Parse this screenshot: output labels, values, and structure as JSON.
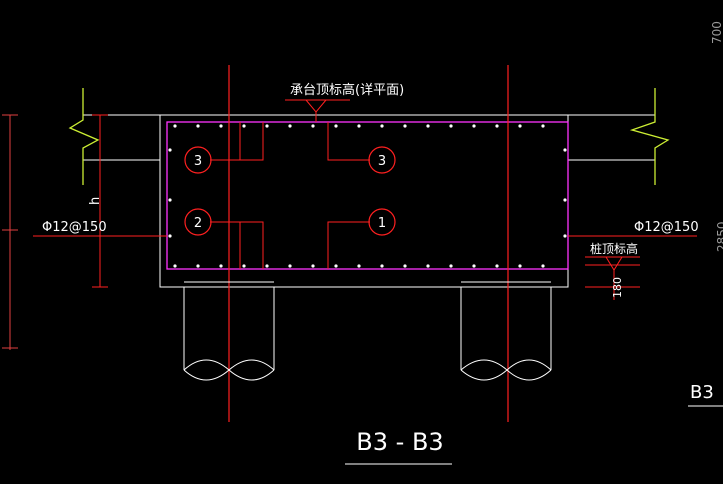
{
  "labels": {
    "cap_top_elevation": "承台顶标高(详平面)",
    "pile_top_elevation": "桩顶标高",
    "rebar_left": "Φ12@150",
    "rebar_right": "Φ12@150",
    "dim_h": "h",
    "dim_180": "180",
    "dim_700": "700",
    "dim_2850": "2850",
    "section_title": "B3 - B3",
    "side_label": "B3"
  },
  "bubbles": {
    "top_left": "3",
    "top_right": "3",
    "bottom_left": "2",
    "bottom_right": "1"
  },
  "colors": {
    "background": "#000000",
    "outline": "#ffffff",
    "center_line": "#ff2020",
    "stirrup": "#ff33ff",
    "cut_mark": "#ccee33",
    "text": "#ffffff",
    "bubble": "#ff2020"
  }
}
